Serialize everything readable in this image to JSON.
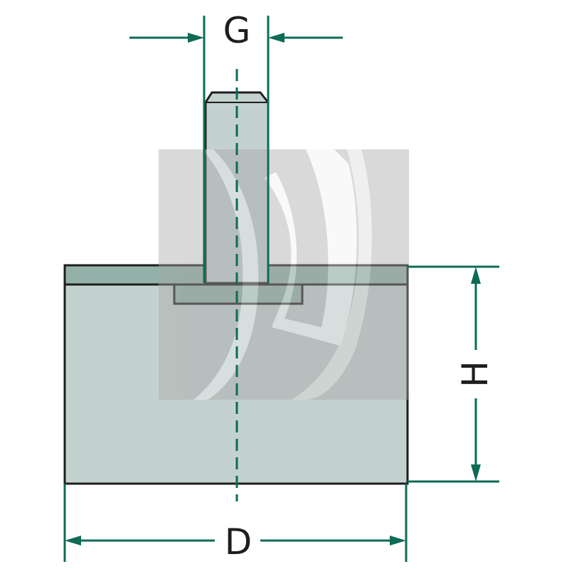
{
  "diagram": {
    "dimensions": {
      "g_label": "G",
      "h_label": "H",
      "d_label": "D"
    },
    "colors": {
      "dimension": "#0e6b55",
      "outline": "#1e1e1e",
      "body_fill": "#c3d2ce",
      "plate_fill": "#93b1a8",
      "watermark": "#9b9b9b"
    }
  }
}
